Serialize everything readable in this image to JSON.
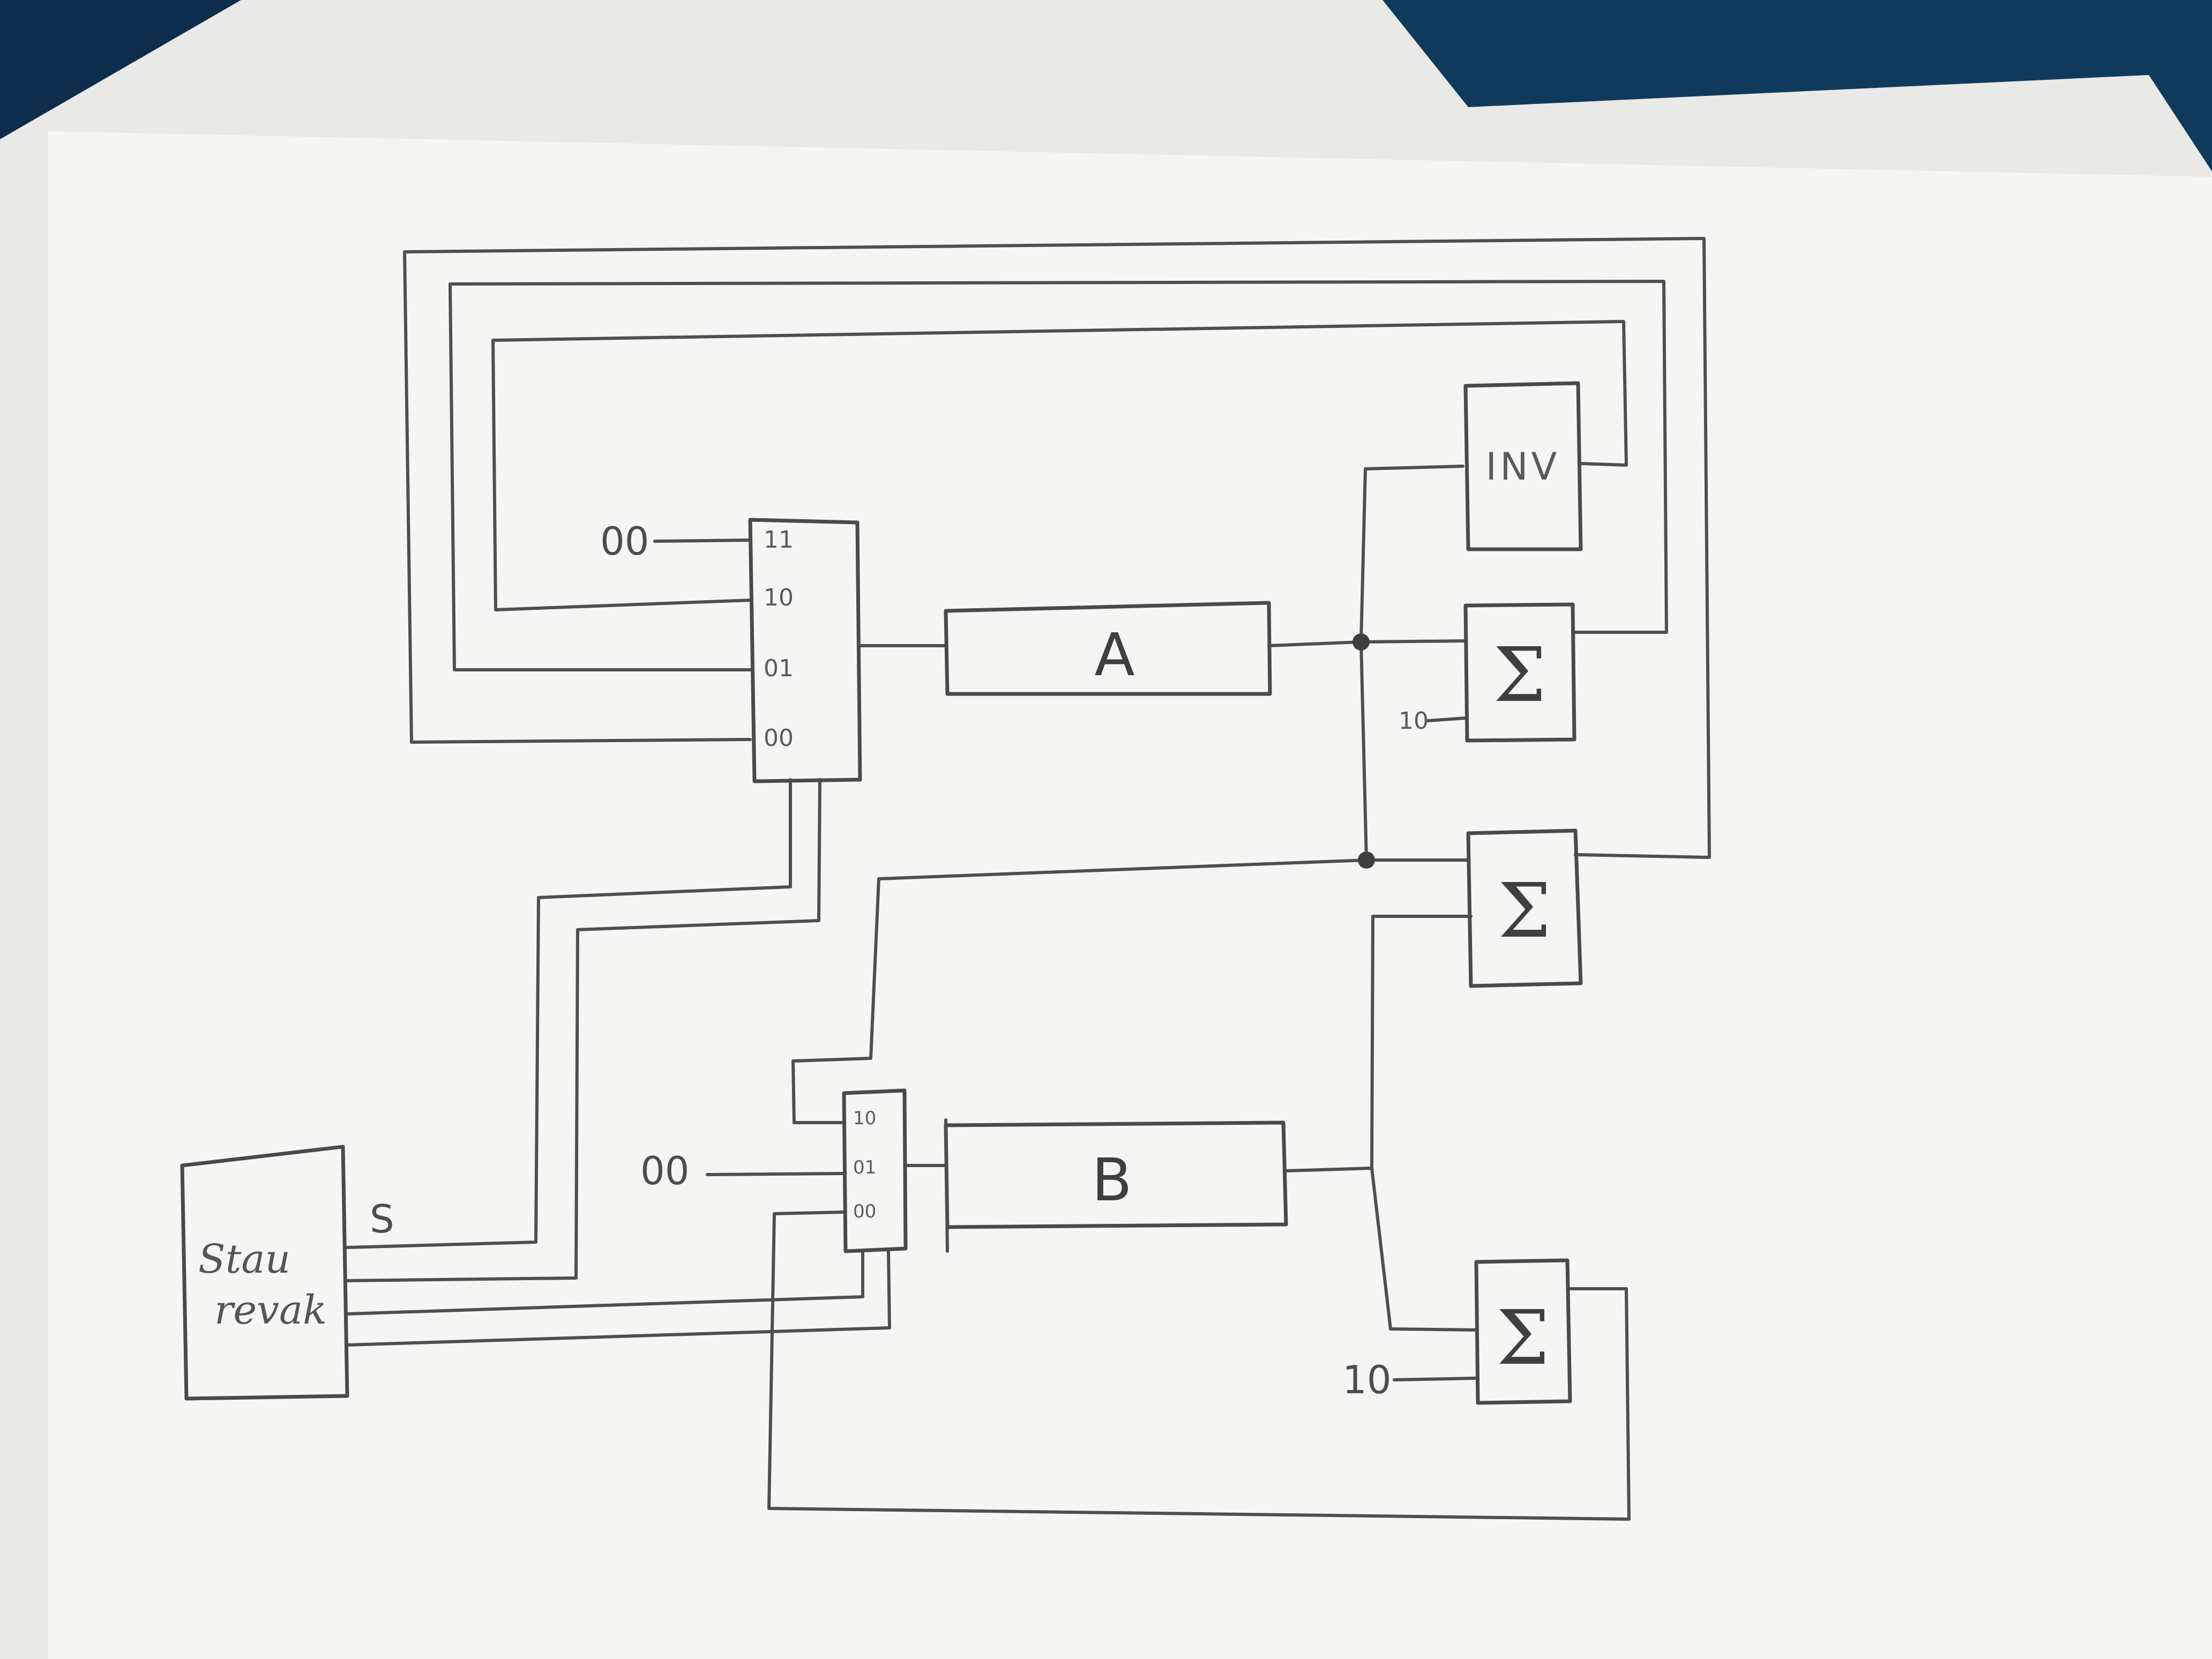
{
  "registers": {
    "a": "A",
    "b": "B"
  },
  "inverter": "INV",
  "adder_symbol": "Σ",
  "controller": {
    "line1": "Stau",
    "line2": "revak",
    "signal": "S"
  },
  "mux_a": {
    "inputs": [
      "11",
      "10",
      "01",
      "00"
    ],
    "const_input": "00"
  },
  "mux_b": {
    "inputs": [
      "10",
      "01",
      "00"
    ],
    "const_input": "00"
  },
  "adder1_const": "10",
  "adder3_const": "10",
  "colors": {
    "paper": "#f4f4f2",
    "pencil": "#4a4a4a",
    "background": "#0c2d4c"
  }
}
